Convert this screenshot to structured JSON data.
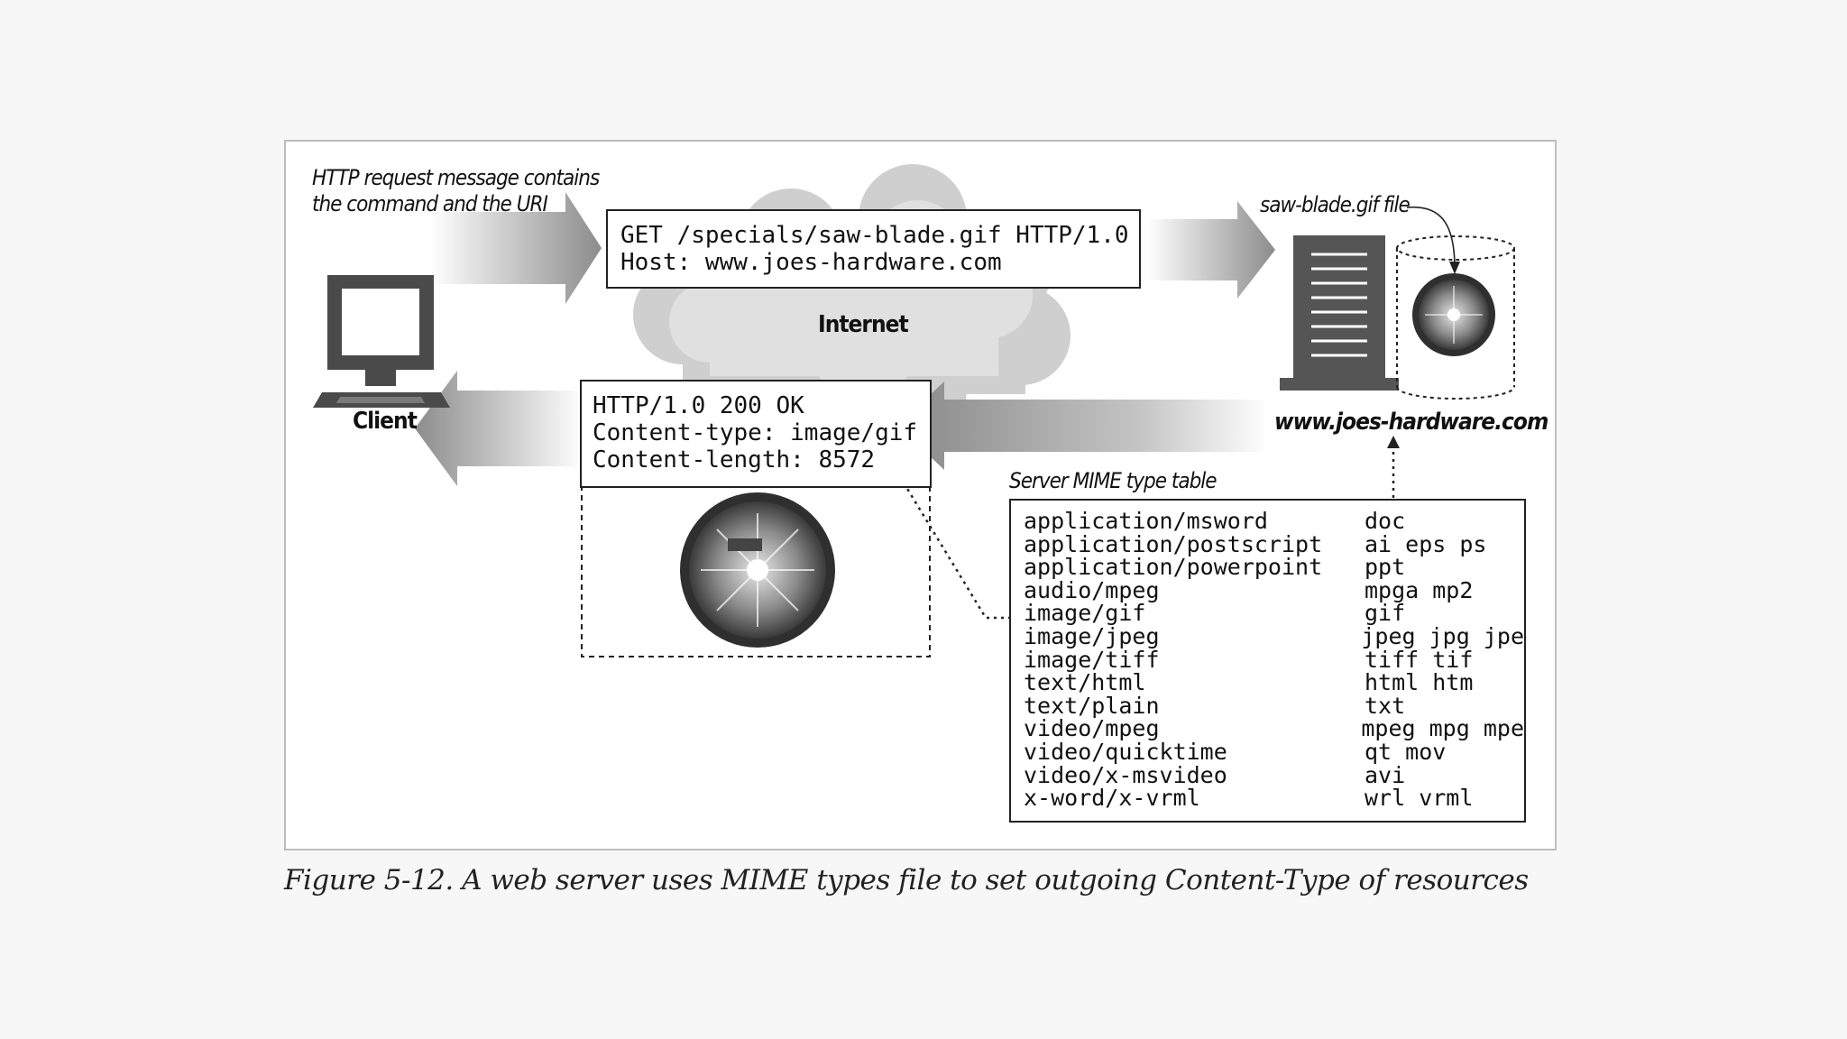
{
  "figure": {
    "request_note_line1": "HTTP request message contains",
    "request_note_line2": "the command and the URI",
    "request_line1": "GET /specials/saw-blade.gif HTTP/1.0",
    "request_line2": "Host: www.joes-hardware.com",
    "internet_label": "Internet",
    "client_label": "Client",
    "file_label": "saw-blade.gif file",
    "server_label": "www.joes-hardware.com",
    "response_line1": "HTTP/1.0 200 OK",
    "response_line2": "Content-type: image/gif",
    "response_line3": "Content-length: 8572",
    "mime_table_title": "Server MIME type table",
    "mime_table": [
      {
        "type": "application/msword",
        "ext": "doc"
      },
      {
        "type": "application/postscript",
        "ext": "ai eps ps"
      },
      {
        "type": "application/powerpoint",
        "ext": "ppt"
      },
      {
        "type": "audio/mpeg",
        "ext": "mpga mp2"
      },
      {
        "type": "image/gif",
        "ext": "gif"
      },
      {
        "type": "image/jpeg",
        "ext": "jpeg jpg jpe"
      },
      {
        "type": "image/tiff",
        "ext": "tiff tif"
      },
      {
        "type": "text/html",
        "ext": "html htm"
      },
      {
        "type": "text/plain",
        "ext": "txt"
      },
      {
        "type": "video/mpeg",
        "ext": "mpeg mpg mpe"
      },
      {
        "type": "video/quicktime",
        "ext": "qt mov"
      },
      {
        "type": "video/x-msvideo",
        "ext": "avi"
      },
      {
        "type": "x-word/x-vrml",
        "ext": "wrl vrml"
      }
    ],
    "icons": [
      "computer-icon",
      "server-icon",
      "disk-icon",
      "saw-blade-icon",
      "cloud-icon",
      "arrow-icon"
    ]
  },
  "caption": "Figure 5-12. A web server uses MIME types file to set outgoing Content-Type of resources"
}
